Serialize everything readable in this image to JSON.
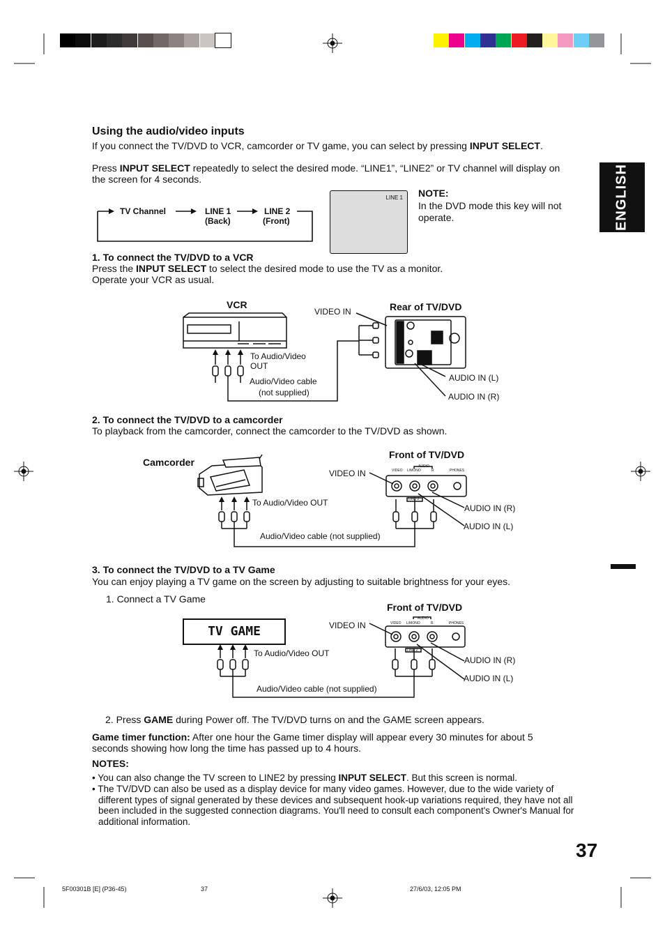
{
  "section_title": "Using the audio/video inputs",
  "intro": {
    "pre": "If you connect the TV/DVD to VCR, camcorder or TV game, you can select by pressing ",
    "key": "INPUT SELECT",
    "post": "."
  },
  "press_para": {
    "pre": "Press ",
    "key": "INPUT SELECT",
    "line1": " repeatedly to select the desired mode. “LINE1”, “LINE2” or TV channel will display on",
    "line2": "the screen for 4 seconds."
  },
  "flow": {
    "tv_channel": "TV Channel",
    "line1": "LINE 1",
    "line1_sub": "(Back)",
    "line2": "LINE 2",
    "line2_sub": "(Front)"
  },
  "screen_label": "LINE 1",
  "note": {
    "title": "NOTE:",
    "line1": "In the DVD mode this key will not",
    "line2": "operate."
  },
  "tab_label": "ENGLISH",
  "sec1": {
    "title": "1. To connect the TV/DVD to a VCR",
    "line1_pre": "Press the ",
    "line1_key": "INPUT SELECT",
    "line1_post": " to select the desired mode to use the TV as a monitor.",
    "line2": "Operate your VCR as usual.",
    "vcr": "VCR",
    "rear": "Rear of TV/DVD",
    "video_in": "VIDEO IN",
    "to_av_out_1": "To Audio/Video",
    "to_av_out_2": "OUT",
    "cable_1": "Audio/Video cable",
    "cable_2": "(not supplied)",
    "audio_l": "AUDIO IN (L)",
    "audio_r": "AUDIO IN (R)"
  },
  "sec2": {
    "title": "2. To connect the TV/DVD to a camcorder",
    "line1": "To playback from the camcorder, connect the camcorder to the TV/DVD as shown.",
    "camcorder": "Camcorder",
    "front": "Front of TV/DVD",
    "video_in": "VIDEO IN",
    "to_av_out": "To Audio/Video OUT",
    "cable": "Audio/Video cable (not supplied)",
    "audio_r": "AUDIO IN (R)",
    "audio_l": "AUDIO IN (L)"
  },
  "sec3": {
    "title": "3. To connect the TV/DVD to a TV Game",
    "line1": "You can enjoy playing a TV game on the screen by adjusting to suitable brightness for your eyes.",
    "step1": "1. Connect a TV Game",
    "tv_game": "TV GAME",
    "front": "Front of TV/DVD",
    "video_in": "VIDEO IN",
    "to_av_out": "To Audio/Video OUT",
    "cable": "Audio/Video cable (not supplied)",
    "audio_r": "AUDIO IN (R)",
    "audio_l": "AUDIO IN (L)",
    "step2_pre": "2. Press ",
    "step2_key": "GAME",
    "step2_post": " during Power off. The TV/DVD turns on and the GAME screen appears."
  },
  "game_timer": {
    "label": "Game timer function:",
    "line1": " After one hour the Game timer display will appear every 30  minutes for about 5",
    "line2": "seconds showing how long the time has passed up to 4 hours."
  },
  "notes": {
    "title": "NOTES:",
    "b1_pre": "You can also change the TV screen to LINE2 by pressing ",
    "b1_key": "INPUT SELECT",
    "b1_post": ". But this screen is normal.",
    "b2_l1": "The TV/DVD can also be used as a display device for many video games. However, due to the wide variety of",
    "b2_l2": "different types of signal generated by these devices and subsequent hook-up variations required, they have not all",
    "b2_l3": "been included in the suggested connection diagrams. You'll need to consult each component's Owner's Manual for",
    "b2_l4": "additional information."
  },
  "page_number": "37",
  "footer": {
    "code": "5F00301B [E] (P36-45)",
    "page": "37",
    "date": "27/6/03, 12:05 PM"
  },
  "panel_labels": {
    "video": "VIDEO",
    "lmono": "L/MONO",
    "audio": "AUDIO",
    "r": "R",
    "phones": "PHONES",
    "line2": "LINE 2"
  },
  "colors": {
    "gray_bar": [
      "#000000",
      "#0d0d0d",
      "#1c1c1c",
      "#2d2d2d",
      "#3f3b3b",
      "#58504f",
      "#726865",
      "#8c8380",
      "#aaa3a0",
      "#cac5c2",
      "#ffffff"
    ],
    "color_bar": [
      "#fff200",
      "#ec008c",
      "#00aeef",
      "#2e3192",
      "#00a651",
      "#ed1c24",
      "#231f20",
      "#fff799",
      "#f49ac1",
      "#6dcff6",
      "#939598"
    ]
  }
}
